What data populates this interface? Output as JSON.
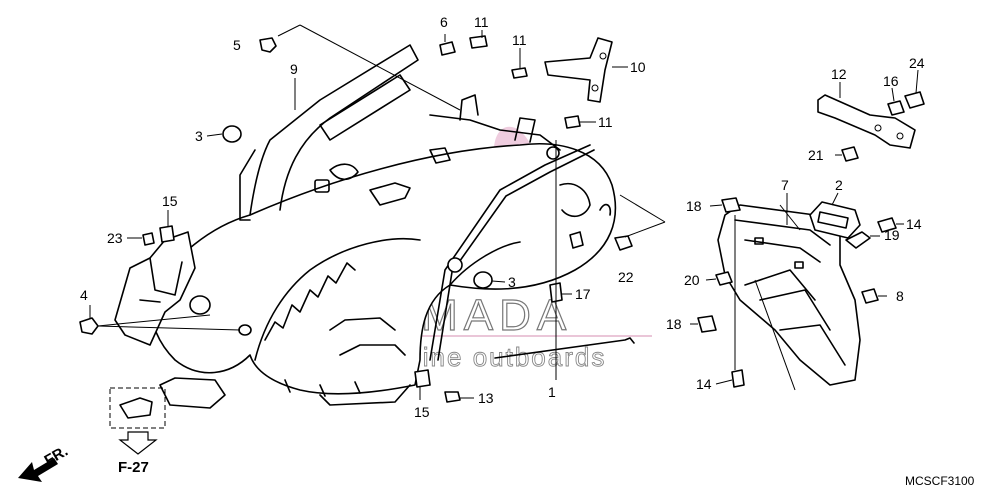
{
  "diagram_code": "MCSCF3100",
  "reference": {
    "page": "F-27",
    "direction": "FR."
  },
  "watermark": {
    "brand": "ARMADA",
    "tagline": "marine outboards",
    "logo_color": "#e3a6c6"
  },
  "callouts": {
    "c1": "1",
    "c2": "2",
    "c3a": "3",
    "c3b": "3",
    "c4": "4",
    "c5": "5",
    "c6": "6",
    "c7": "7",
    "c8": "8",
    "c9": "9",
    "c10": "10",
    "c11a": "11",
    "c11b": "11",
    "c11c": "11",
    "c12": "12",
    "c13": "13",
    "c14a": "14",
    "c14b": "14",
    "c15a": "15",
    "c15b": "15",
    "c16": "16",
    "c17": "17",
    "c18a": "18",
    "c18b": "18",
    "c19": "19",
    "c20": "20",
    "c21": "21",
    "c22": "22",
    "c23": "23",
    "c24": "24"
  }
}
